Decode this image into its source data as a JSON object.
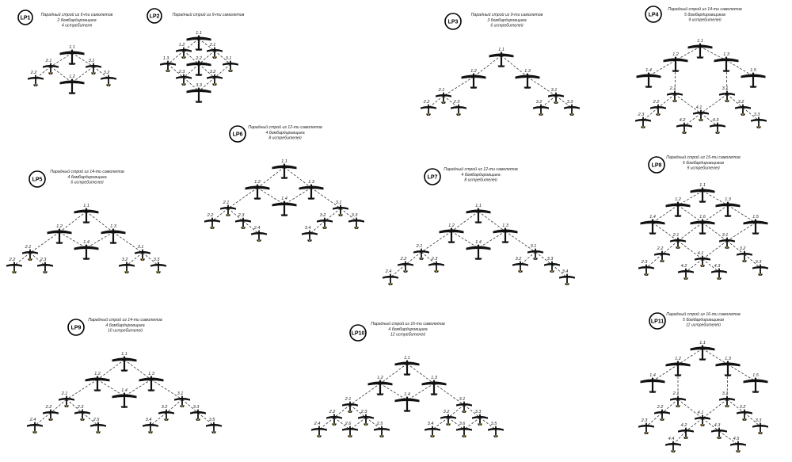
{
  "formations": [
    {
      "id": "LP1",
      "caption": [
        "Парадный строй из 6-ти самолетов",
        "2 бомбардировщика",
        "4 истребителя"
      ],
      "planes": [
        {
          "n": "1.1",
          "b": 1
        },
        {
          "n": "1.2",
          "b": 1
        },
        {
          "n": "2.1"
        },
        {
          "n": "2.2"
        },
        {
          "n": "3.1"
        },
        {
          "n": "3.2"
        }
      ],
      "links": [
        [
          "1.1",
          "2.1"
        ],
        [
          "1.1",
          "3.1"
        ],
        [
          "2.1",
          "2.2"
        ],
        [
          "2.1",
          "1.2"
        ],
        [
          "3.1",
          "1.2"
        ],
        [
          "3.1",
          "3.2"
        ]
      ]
    },
    {
      "id": "LP2",
      "caption": [
        "Парадный строй из 9-ти самолетов"
      ],
      "planes": [
        {
          "n": "1.1",
          "b": 1
        },
        {
          "n": "1.2"
        },
        {
          "n": "2.1"
        },
        {
          "n": "1.3"
        },
        {
          "n": "2.2",
          "b": 1
        },
        {
          "n": "3.1"
        },
        {
          "n": "2.3"
        },
        {
          "n": "3.2"
        },
        {
          "n": "3.3",
          "b": 1
        }
      ],
      "links": [
        [
          "1.1",
          "1.2"
        ],
        [
          "1.1",
          "2.1"
        ],
        [
          "1.2",
          "1.3"
        ],
        [
          "1.2",
          "2.2"
        ],
        [
          "2.1",
          "2.2"
        ],
        [
          "2.1",
          "3.1"
        ],
        [
          "1.3",
          "2.3"
        ],
        [
          "2.2",
          "2.3"
        ],
        [
          "2.2",
          "3.2"
        ],
        [
          "3.1",
          "3.2"
        ],
        [
          "2.3",
          "3.3"
        ],
        [
          "3.2",
          "3.3"
        ]
      ]
    },
    {
      "id": "LP3",
      "caption": [
        "Парадный строй из 9-ти самолетов",
        "3 бомбардировщика",
        "6 истребителей"
      ],
      "planes": [
        {
          "n": "1.1",
          "b": 1
        },
        {
          "n": "1.2",
          "b": 1
        },
        {
          "n": "1.3",
          "b": 1
        },
        {
          "n": "2.1"
        },
        {
          "n": "3.1"
        },
        {
          "n": "2.2"
        },
        {
          "n": "2.3"
        },
        {
          "n": "3.2"
        },
        {
          "n": "3.3"
        }
      ],
      "links": [
        [
          "1.1",
          "1.2"
        ],
        [
          "1.1",
          "1.3"
        ],
        [
          "1.2",
          "2.1"
        ],
        [
          "1.3",
          "3.1"
        ],
        [
          "2.1",
          "2.2"
        ],
        [
          "2.1",
          "2.3"
        ],
        [
          "3.1",
          "3.2"
        ],
        [
          "3.1",
          "3.3"
        ]
      ]
    },
    {
      "id": "LP4",
      "caption": [
        "Парадный строй из 14-ти самолетов",
        "5 бомбардировщиков",
        "9 истребителей"
      ],
      "planes": [
        {
          "n": "1.1",
          "b": 1
        },
        {
          "n": "1.2",
          "b": 1
        },
        {
          "n": "1.3",
          "b": 1
        },
        {
          "n": "1.4",
          "b": 1
        },
        {
          "n": "1.5",
          "b": 1
        },
        {
          "n": "2.1"
        },
        {
          "n": "3.1"
        },
        {
          "n": "2.2"
        },
        {
          "n": "3.2"
        },
        {
          "n": "2.3"
        },
        {
          "n": "4.1"
        },
        {
          "n": "3.3"
        },
        {
          "n": "4.2"
        },
        {
          "n": "4.3"
        }
      ],
      "links": [
        [
          "1.1",
          "1.2"
        ],
        [
          "1.1",
          "1.3"
        ],
        [
          "1.2",
          "1.4"
        ],
        [
          "1.2",
          "2.1"
        ],
        [
          "1.3",
          "3.1"
        ],
        [
          "1.3",
          "1.5"
        ],
        [
          "2.1",
          "2.2"
        ],
        [
          "2.1",
          "4.1"
        ],
        [
          "3.1",
          "4.1"
        ],
        [
          "3.1",
          "3.2"
        ],
        [
          "2.2",
          "2.3"
        ],
        [
          "3.2",
          "3.3"
        ],
        [
          "4.1",
          "4.2"
        ],
        [
          "4.1",
          "4.3"
        ]
      ]
    },
    {
      "id": "LP5",
      "caption": [
        "Парадный строй из 14-ти самолетов",
        "4 бомбардировщика",
        "6 истребителей"
      ],
      "planes": [
        {
          "n": "1.1",
          "b": 1
        },
        {
          "n": "1.2",
          "b": 1
        },
        {
          "n": "1.3",
          "b": 1
        },
        {
          "n": "1.4",
          "b": 1
        },
        {
          "n": "2.1"
        },
        {
          "n": "3.1"
        },
        {
          "n": "2.2"
        },
        {
          "n": "2.3"
        },
        {
          "n": "3.2"
        },
        {
          "n": "3.3"
        }
      ],
      "links": [
        [
          "1.1",
          "1.2"
        ],
        [
          "1.1",
          "1.3"
        ],
        [
          "1.2",
          "1.4"
        ],
        [
          "1.3",
          "1.4"
        ],
        [
          "1.2",
          "2.1"
        ],
        [
          "1.3",
          "3.1"
        ],
        [
          "2.1",
          "2.2"
        ],
        [
          "2.1",
          "2.3"
        ],
        [
          "3.1",
          "3.2"
        ],
        [
          "3.1",
          "3.3"
        ]
      ]
    },
    {
      "id": "LP6",
      "caption": [
        "Парадный строй из 12-ти самолетов",
        "4 бомбардировщика",
        "8 истребителей"
      ],
      "planes": [
        {
          "n": "1.1",
          "b": 1
        },
        {
          "n": "1.2",
          "b": 1
        },
        {
          "n": "1.3",
          "b": 1
        },
        {
          "n": "1.4",
          "b": 1
        },
        {
          "n": "2.1"
        },
        {
          "n": "3.1"
        },
        {
          "n": "2.2"
        },
        {
          "n": "2.3"
        },
        {
          "n": "3.2"
        },
        {
          "n": "3.3"
        },
        {
          "n": "2.4"
        },
        {
          "n": "3.4"
        }
      ],
      "links": [
        [
          "1.1",
          "1.2"
        ],
        [
          "1.1",
          "1.3"
        ],
        [
          "1.2",
          "1.4"
        ],
        [
          "1.3",
          "1.4"
        ],
        [
          "1.2",
          "2.1"
        ],
        [
          "1.3",
          "3.1"
        ],
        [
          "2.1",
          "2.2"
        ],
        [
          "2.1",
          "2.3"
        ],
        [
          "2.3",
          "2.4"
        ],
        [
          "3.1",
          "3.2"
        ],
        [
          "3.1",
          "3.3"
        ],
        [
          "3.2",
          "3.4"
        ]
      ]
    },
    {
      "id": "LP7",
      "caption": [
        "Парадный строй из 12-ти самолетов",
        "4 бомбардировщика",
        "8 истребителей"
      ],
      "planes": [
        {
          "n": "1.1",
          "b": 1
        },
        {
          "n": "1.2",
          "b": 1
        },
        {
          "n": "1.3",
          "b": 1
        },
        {
          "n": "1.4",
          "b": 1
        },
        {
          "n": "2.1"
        },
        {
          "n": "3.1"
        },
        {
          "n": "2.2"
        },
        {
          "n": "2.3"
        },
        {
          "n": "3.2"
        },
        {
          "n": "3.3"
        },
        {
          "n": "2.4"
        },
        {
          "n": "3.4"
        }
      ],
      "links": [
        [
          "1.1",
          "1.2"
        ],
        [
          "1.1",
          "1.3"
        ],
        [
          "1.2",
          "1.4"
        ],
        [
          "1.3",
          "1.4"
        ],
        [
          "1.2",
          "2.1"
        ],
        [
          "1.3",
          "3.1"
        ],
        [
          "2.1",
          "2.2"
        ],
        [
          "2.1",
          "2.3"
        ],
        [
          "2.2",
          "2.4"
        ],
        [
          "3.1",
          "3.2"
        ],
        [
          "3.1",
          "3.3"
        ],
        [
          "3.3",
          "3.4"
        ]
      ]
    },
    {
      "id": "LP8",
      "caption": [
        "Парадный строй из 15-ти самолетов",
        "6 бомбардировщиков",
        "9 истребителей"
      ],
      "planes": [
        {
          "n": "1.1",
          "b": 1
        },
        {
          "n": "1.2",
          "b": 1
        },
        {
          "n": "1.3",
          "b": 1
        },
        {
          "n": "1.4",
          "b": 1
        },
        {
          "n": "1.6",
          "b": 1
        },
        {
          "n": "1.5",
          "b": 1
        },
        {
          "n": "2.1"
        },
        {
          "n": "3.1"
        },
        {
          "n": "2.2"
        },
        {
          "n": "3.2"
        },
        {
          "n": "2.3"
        },
        {
          "n": "4.1"
        },
        {
          "n": "3.3"
        },
        {
          "n": "4.2"
        },
        {
          "n": "4.3"
        }
      ],
      "links": [
        [
          "1.1",
          "1.2"
        ],
        [
          "1.1",
          "1.3"
        ],
        [
          "1.2",
          "1.4"
        ],
        [
          "1.2",
          "1.6"
        ],
        [
          "1.3",
          "1.6"
        ],
        [
          "1.3",
          "1.5"
        ],
        [
          "1.4",
          "2.1"
        ],
        [
          "1.6",
          "2.1"
        ],
        [
          "1.6",
          "3.1"
        ],
        [
          "1.5",
          "3.1"
        ],
        [
          "2.1",
          "2.2"
        ],
        [
          "2.1",
          "4.1"
        ],
        [
          "3.1",
          "4.1"
        ],
        [
          "3.1",
          "3.2"
        ],
        [
          "2.2",
          "2.3"
        ],
        [
          "3.2",
          "3.3"
        ],
        [
          "4.1",
          "4.2"
        ],
        [
          "4.1",
          "4.3"
        ]
      ]
    },
    {
      "id": "LP9",
      "caption": [
        "Парадный строй из 14-ти самолетов",
        "4 бомбардировщика",
        "10 истребителей"
      ],
      "planes": [
        {
          "n": "1.1",
          "b": 1
        },
        {
          "n": "1.2",
          "b": 1
        },
        {
          "n": "1.3",
          "b": 1
        },
        {
          "n": "1.4",
          "b": 1
        },
        {
          "n": "2.1"
        },
        {
          "n": "3.1"
        },
        {
          "n": "2.2"
        },
        {
          "n": "2.3"
        },
        {
          "n": "3.2"
        },
        {
          "n": "3.3"
        },
        {
          "n": "2.4"
        },
        {
          "n": "2.5"
        },
        {
          "n": "3.4"
        },
        {
          "n": "3.5"
        }
      ],
      "links": [
        [
          "1.1",
          "1.2"
        ],
        [
          "1.1",
          "1.3"
        ],
        [
          "1.2",
          "1.4"
        ],
        [
          "1.3",
          "1.4"
        ],
        [
          "1.2",
          "2.1"
        ],
        [
          "1.3",
          "3.1"
        ],
        [
          "2.1",
          "2.2"
        ],
        [
          "2.1",
          "2.3"
        ],
        [
          "2.2",
          "2.4"
        ],
        [
          "2.3",
          "2.5"
        ],
        [
          "3.1",
          "3.2"
        ],
        [
          "3.1",
          "3.3"
        ],
        [
          "3.2",
          "3.4"
        ],
        [
          "3.3",
          "3.5"
        ]
      ]
    },
    {
      "id": "LP10",
      "caption": [
        "Парадный строй из 16-ти самолетов",
        "4 бомбардировщика",
        "12 истребителей"
      ],
      "planes": [
        {
          "n": "1.1",
          "b": 1
        },
        {
          "n": "1.2",
          "b": 1
        },
        {
          "n": "1.3",
          "b": 1
        },
        {
          "n": "1.4",
          "b": 1
        },
        {
          "n": "2.1"
        },
        {
          "n": "3.1"
        },
        {
          "n": "2.2"
        },
        {
          "n": "2.3"
        },
        {
          "n": "3.2"
        },
        {
          "n": "3.3"
        },
        {
          "n": "2.4"
        },
        {
          "n": "2.6"
        },
        {
          "n": "2.5"
        },
        {
          "n": "3.4"
        },
        {
          "n": "3.6"
        },
        {
          "n": "3.5"
        }
      ],
      "links": [
        [
          "1.1",
          "1.2"
        ],
        [
          "1.1",
          "1.3"
        ],
        [
          "1.2",
          "1.4"
        ],
        [
          "1.3",
          "1.4"
        ],
        [
          "1.2",
          "2.1"
        ],
        [
          "1.3",
          "3.1"
        ],
        [
          "2.1",
          "2.2"
        ],
        [
          "2.1",
          "2.3"
        ],
        [
          "2.2",
          "2.4"
        ],
        [
          "2.2",
          "2.6"
        ],
        [
          "2.3",
          "2.6"
        ],
        [
          "2.3",
          "2.5"
        ],
        [
          "3.1",
          "3.2"
        ],
        [
          "3.1",
          "3.3"
        ],
        [
          "3.2",
          "3.4"
        ],
        [
          "3.2",
          "3.6"
        ],
        [
          "3.3",
          "3.6"
        ],
        [
          "3.3",
          "3.5"
        ]
      ]
    },
    {
      "id": "LP11",
      "caption": [
        "Парадный строй из 16-ти самолетов",
        "5 бомбардировщиков",
        "11 истребителей"
      ],
      "planes": [
        {
          "n": "1.1",
          "b": 1
        },
        {
          "n": "1.2",
          "b": 1
        },
        {
          "n": "1.3",
          "b": 1
        },
        {
          "n": "1.4",
          "b": 1
        },
        {
          "n": "1.5",
          "b": 1
        },
        {
          "n": "2.1"
        },
        {
          "n": "3.1"
        },
        {
          "n": "2.2"
        },
        {
          "n": "3.2"
        },
        {
          "n": "2.3"
        },
        {
          "n": "4.1"
        },
        {
          "n": "3.3"
        },
        {
          "n": "4.2"
        },
        {
          "n": "4.3"
        },
        {
          "n": "4.4"
        },
        {
          "n": "4.5"
        }
      ],
      "links": [
        [
          "1.1",
          "1.2"
        ],
        [
          "1.1",
          "1.3"
        ],
        [
          "1.2",
          "1.4"
        ],
        [
          "1.2",
          "2.1"
        ],
        [
          "1.3",
          "3.1"
        ],
        [
          "1.3",
          "1.5"
        ],
        [
          "2.1",
          "2.2"
        ],
        [
          "2.1",
          "4.1"
        ],
        [
          "3.1",
          "4.1"
        ],
        [
          "3.1",
          "3.2"
        ],
        [
          "2.2",
          "2.3"
        ],
        [
          "3.2",
          "3.3"
        ],
        [
          "4.1",
          "4.2"
        ],
        [
          "4.1",
          "4.3"
        ],
        [
          "4.2",
          "4.4"
        ],
        [
          "4.3",
          "4.5"
        ]
      ]
    }
  ]
}
